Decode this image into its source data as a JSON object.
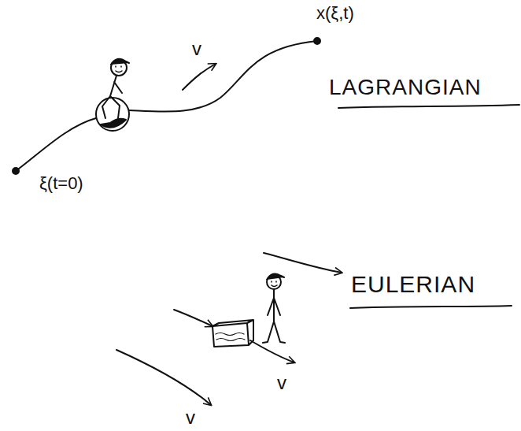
{
  "diagram": {
    "labels": [
      "x(ξ,t)",
      "v",
      "LAGRANGIAN",
      "ξ(t=0)",
      "EULERIAN",
      "v",
      "v"
    ]
  }
}
